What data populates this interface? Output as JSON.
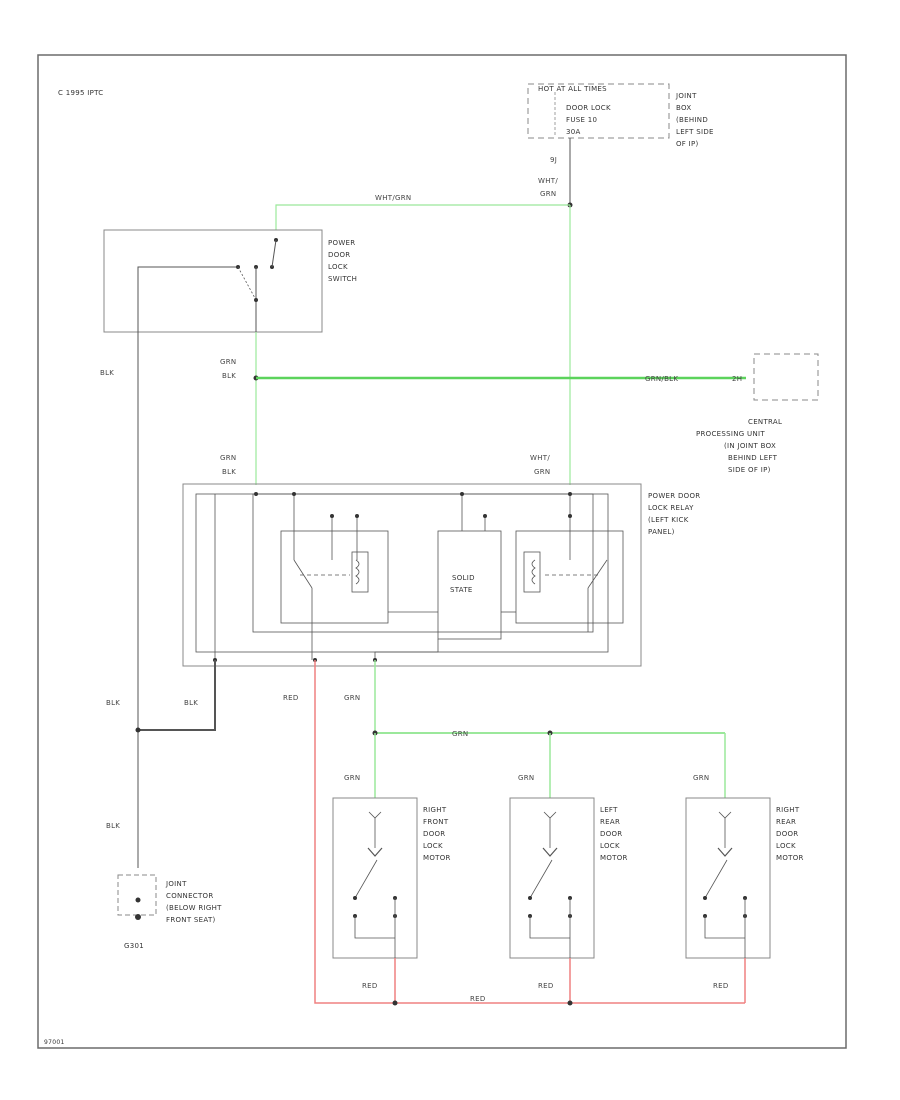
{
  "header": {
    "copyright": "C 1995 IPTC",
    "footer_code": "97001"
  },
  "components": {
    "fuse_box": {
      "title": "HOT AT ALL TIMES",
      "lines": [
        "DOOR LOCK",
        "FUSE 10",
        "30A"
      ]
    },
    "fuse_box_note": [
      "JOINT",
      "BOX",
      "(BEHIND",
      "LEFT SIDE",
      "OF IP)"
    ],
    "switch": [
      "POWER",
      "DOOR",
      "LOCK",
      "SWITCH"
    ],
    "cpu": [
      "CENTRAL",
      "PROCESSING UNIT",
      "(IN JOINT BOX",
      "BEHIND LEFT",
      "SIDE OF IP)"
    ],
    "relay": [
      "POWER DOOR",
      "LOCK RELAY",
      "(LEFT KICK",
      "PANEL)"
    ],
    "solid_state": [
      "SOLID",
      "STATE"
    ],
    "motor_rf": [
      "RIGHT",
      "FRONT",
      "DOOR",
      "LOCK",
      "MOTOR"
    ],
    "motor_lr": [
      "LEFT",
      "REAR",
      "DOOR",
      "LOCK",
      "MOTOR"
    ],
    "motor_rr": [
      "RIGHT",
      "REAR",
      "DOOR",
      "LOCK",
      "MOTOR"
    ],
    "ground_note": [
      "JOINT",
      "CONNECTOR",
      "(BELOW RIGHT",
      "FRONT SEAT)"
    ],
    "ground_id": "G301"
  },
  "wire_labels": {
    "fuse_pin": "9J",
    "wht_grn_top": "WHT/\nGRN",
    "wht_grn_run": "WHT/GRN",
    "blk_left": "BLK",
    "grn_blk_switch": "GRN/\nBLK",
    "grn_blk_cpu": "GRN/BLK",
    "cpu_pin": "2H",
    "grn_blk_relay": "GRN/\nBLK",
    "wht_grn_relay": "WHT/\nGRN",
    "blk_mid1": "BLK",
    "blk_mid2": "BLK",
    "blk_low": "BLK",
    "red_relay": "RED",
    "grn_relay": "GRN",
    "grn_bus": "GRN",
    "grn_m1": "GRN",
    "grn_m2": "GRN",
    "grn_m3": "GRN",
    "red_m1": "RED",
    "red_m2": "RED",
    "red_m3": "RED",
    "red_bus": "RED"
  },
  "colors": {
    "frame": "#6b6b6b",
    "wire_dark": "#555555",
    "wire_green": "#9be89b",
    "wire_green_bold": "#5cd35c",
    "wire_red": "#ef8080",
    "box": "#888888"
  }
}
